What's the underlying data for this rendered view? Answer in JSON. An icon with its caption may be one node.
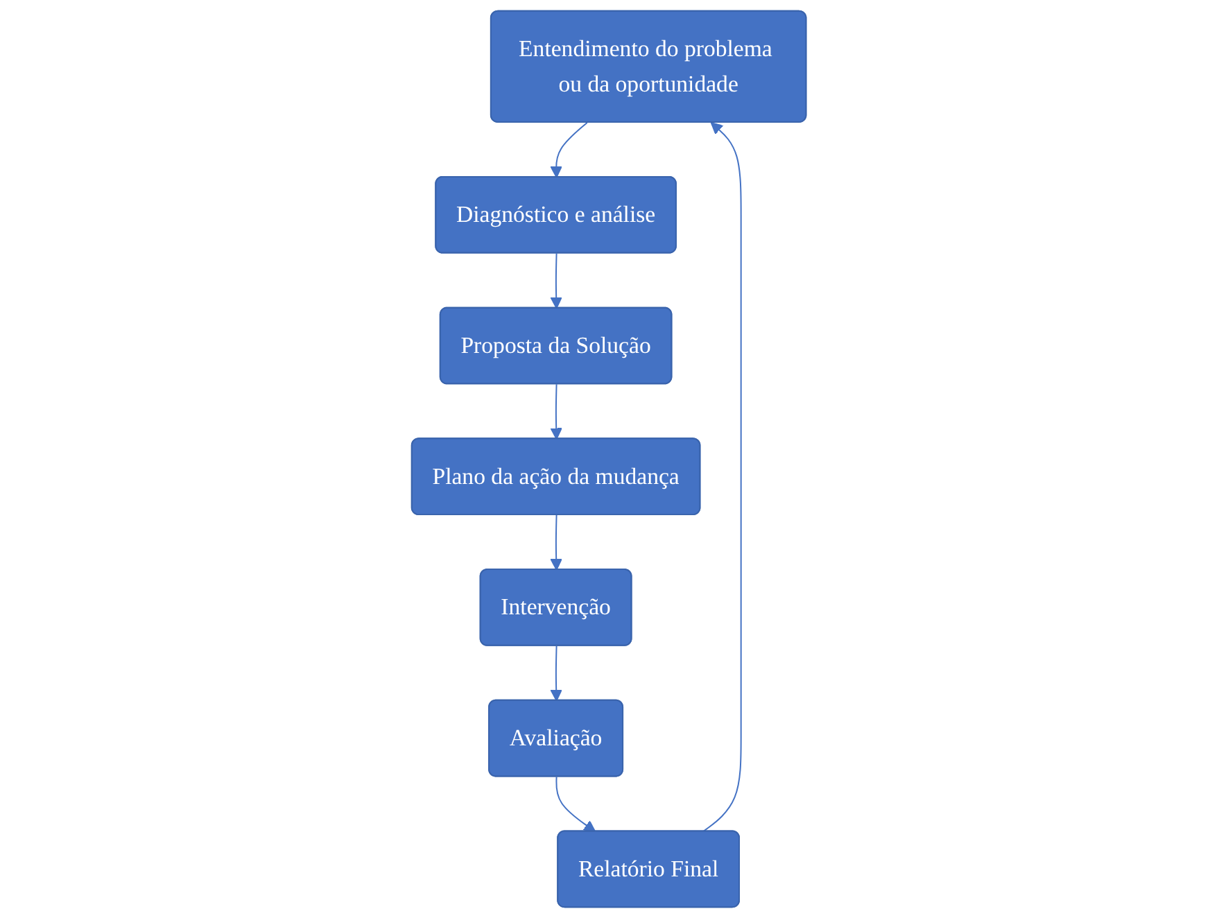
{
  "diagram": {
    "nodes": [
      {
        "text": [
          "Entendimento do problema ou da oportunidade"
        ]
      },
      {
        "text": [
          "Diagnóstico e análise"
        ]
      },
      {
        "text": [
          "Proposta da Solução"
        ]
      },
      {
        "text": [
          "Plano da ação da mudança"
        ]
      },
      {
        "text": [
          "Intervenção"
        ]
      },
      {
        "text": [
          "Avaliação"
        ]
      },
      {
        "text": [
          "Relatório Final"
        ]
      }
    ],
    "edges": [
      {
        "from": 0,
        "to": 1,
        "arrow": "to"
      },
      {
        "from": 1,
        "to": 2,
        "arrow": "to"
      },
      {
        "from": 2,
        "to": 3,
        "arrow": "to"
      },
      {
        "from": 3,
        "to": 4,
        "arrow": "to"
      },
      {
        "from": 4,
        "to": 5,
        "arrow": "to"
      },
      {
        "from": 5,
        "to": 6,
        "arrow": "to"
      },
      {
        "from": 6,
        "to": 0,
        "arrow": "to"
      }
    ]
  }
}
